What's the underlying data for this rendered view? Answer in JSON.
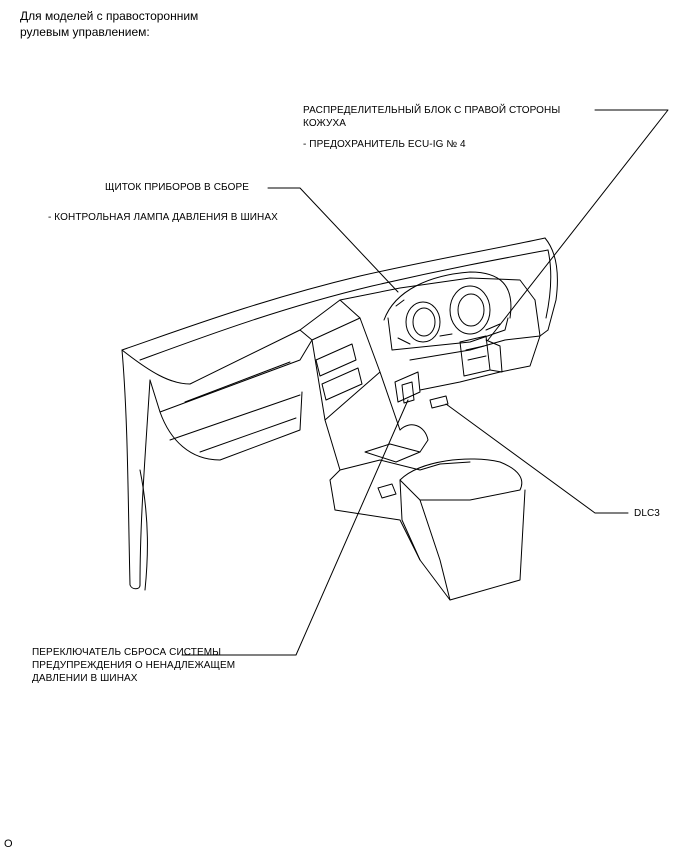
{
  "title": {
    "line1": "Для моделей с правосторонним",
    "line2": "рулевым управлением:"
  },
  "callouts": {
    "junction_block": {
      "line1": "РАСПРЕДЕЛИТЕЛЬНЫЙ БЛОК С ПРАВОЙ СТОРОНЫ",
      "line2": "КОЖУХА",
      "sub": "- ПРЕДОХРАНИТЕЛЬ ECU-IG № 4"
    },
    "combination_meter": {
      "line1": "ЩИТОК ПРИБОРОВ В СБОРЕ",
      "sub": "- КОНТРОЛЬНАЯ ЛАМПА ДАВЛЕНИЯ В ШИНАХ"
    },
    "dlc3": {
      "line1": "DLC3"
    },
    "reset_switch": {
      "line1": "ПЕРЕКЛЮЧАТЕЛЬ СБРОСА СИСТЕМЫ",
      "line2": "ПРЕДУПРЕЖДЕНИЯ О НЕНАДЛЕЖАЩЕМ",
      "line3": "ДАВЛЕНИИ В ШИНАХ"
    }
  },
  "corner_mark": "O"
}
